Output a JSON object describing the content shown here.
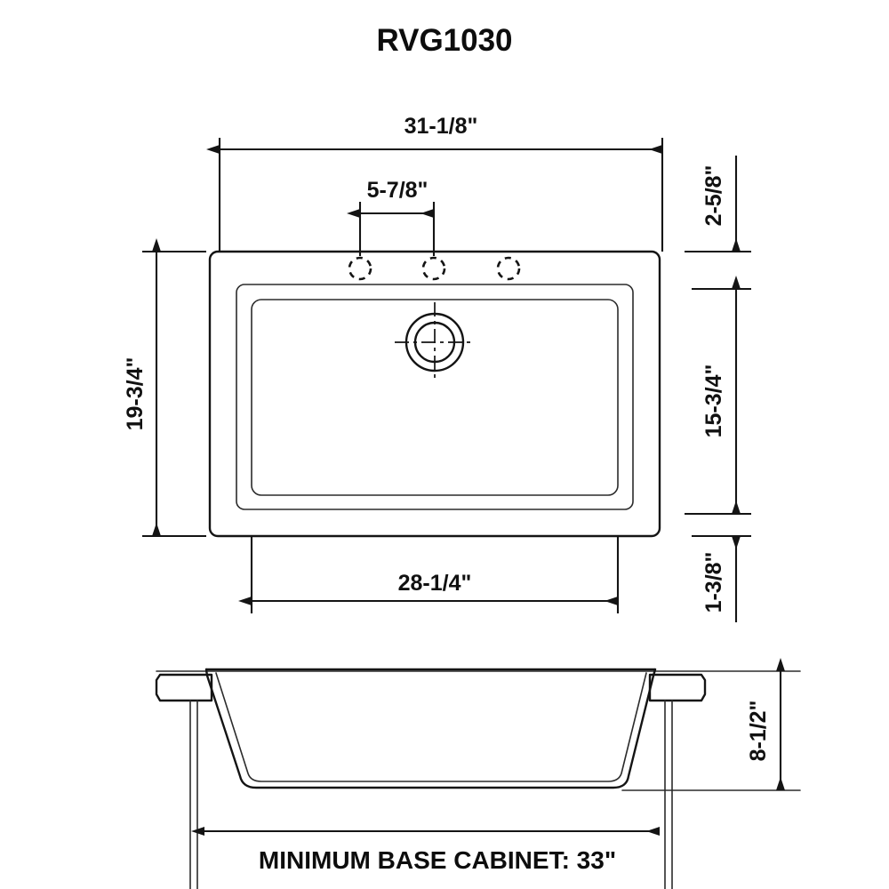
{
  "title": "RVG1030",
  "drawing": {
    "kind": "sink-specification-drawing",
    "views": {
      "top": "top-view",
      "section": "side-section-view"
    }
  },
  "dimensions": {
    "overall_width": "31-1/8\"",
    "faucet_hole_spacing": "5-7/8\"",
    "overall_depth": "19-3/4\"",
    "bowl_width": "28-1/4\"",
    "rim_to_bowl_top": "2-5/8\"",
    "bowl_depth_front_to_back": "15-3/4\"",
    "bowl_to_rim_bottom": "1-3/8\"",
    "bowl_height": "8-1/2\""
  },
  "caption": "MINIMUM BASE CABINET: 33\"",
  "features": {
    "faucet_holes": 3,
    "drain": "center-drain"
  },
  "colors": {
    "line": "#141414",
    "thin_line": "#2b2b2b",
    "background": "#ffffff",
    "text": "#0d0d0d"
  }
}
